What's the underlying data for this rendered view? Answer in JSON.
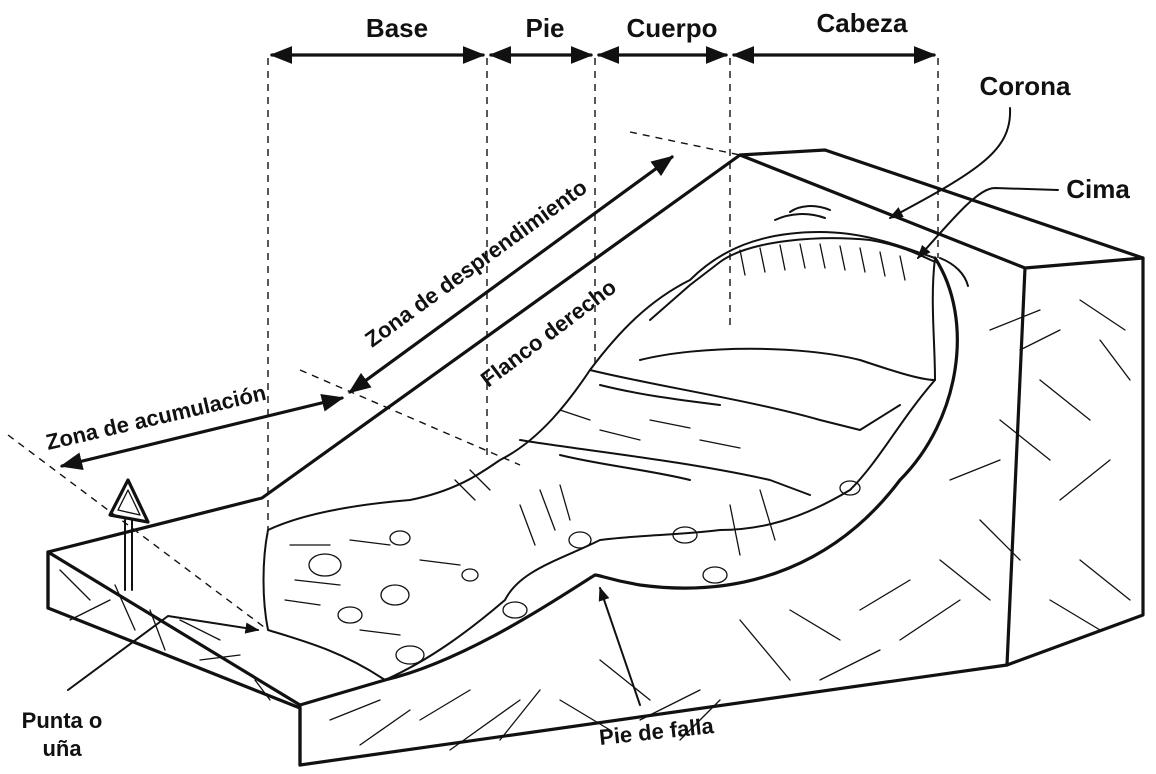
{
  "labels": {
    "base": "Base",
    "pie": "Pie",
    "cuerpo": "Cuerpo",
    "cabeza": "Cabeza",
    "corona": "Corona",
    "cima": "Cima",
    "zona_desprendimiento": "Zona de desprendimiento",
    "zona_acumulacion": "Zona de acumulación",
    "flanco_derecho": "Flanco derecho",
    "punta_line1": "Punta o",
    "punta_line2": "uña",
    "pie_de_falla": "Pie de falla"
  }
}
